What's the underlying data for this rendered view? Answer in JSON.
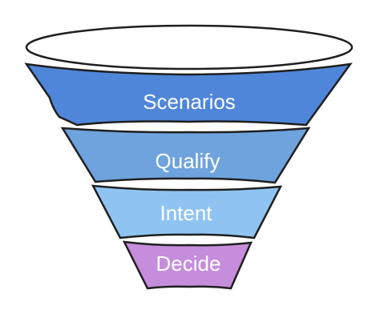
{
  "funnel": {
    "stages": [
      {
        "label": "Scenarios",
        "color": "#4f86d9"
      },
      {
        "label": "Qualify",
        "color": "#6ea3dd"
      },
      {
        "label": "Intent",
        "color": "#8fc4f2"
      },
      {
        "label": "Decide",
        "color": "#c58ddb"
      }
    ],
    "outline_color": "#1f1f1f"
  }
}
